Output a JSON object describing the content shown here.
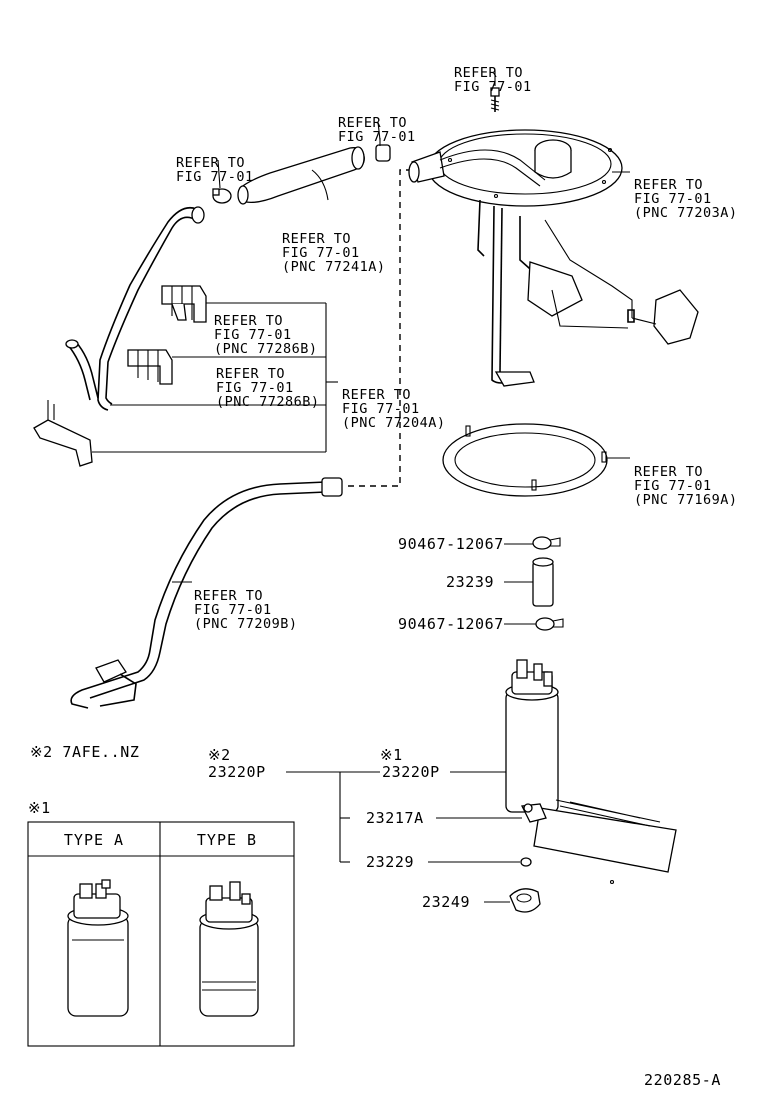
{
  "refer_labels": {
    "hose_clamp_top": [
      "REFER TO",
      "FIG 77-01"
    ],
    "bolt_top": [
      "REFER TO",
      "FIG 77-01"
    ],
    "clamp_left": [
      "REFER TO",
      "FIG 77-01"
    ],
    "hose_77241A": [
      "REFER TO",
      "FIG 77-01",
      "(PNC 77241A)"
    ],
    "gauge_77203A": [
      "REFER TO",
      "FIG 77-01",
      "(PNC 77203A)"
    ],
    "clip_77286B_upper": [
      "REFER TO",
      "FIG 77-01",
      "(PNC 77286B)"
    ],
    "clip_77286B_lower": [
      "REFER TO",
      "FIG 77-01",
      "(PNC 77286B)"
    ],
    "tube_77204A": [
      "REFER TO",
      "FIG 77-01",
      "(PNC 77204A)"
    ],
    "gasket_77169A": [
      "REFER TO",
      "FIG 77-01",
      "(PNC 77169A)"
    ],
    "tube_77209B": [
      "REFER TO",
      "FIG 77-01",
      "(PNC 77209B)"
    ]
  },
  "part_numbers": {
    "clamp_upper": "90467-12067",
    "hose": "23239",
    "clamp_lower": "90467-12067",
    "pump_assy": "23220P",
    "pump_assy_marker": "※2",
    "pump": "23220P",
    "pump_marker": "※1",
    "filter": "23217A",
    "ring": "23229",
    "cushion": "23249"
  },
  "notes": {
    "engine_note": "※2 7AFE..NZ",
    "inset_marker": "※1"
  },
  "inset": {
    "type_a": "TYPE A",
    "type_b": "TYPE B"
  },
  "figure_id": "220285-A"
}
